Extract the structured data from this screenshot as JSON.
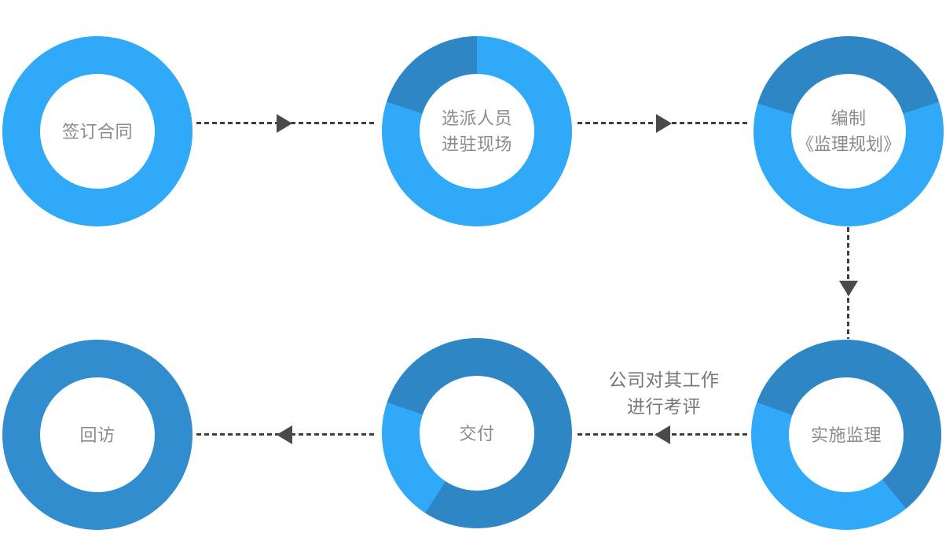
{
  "palette": {
    "light": "#2FA9F8",
    "dark": "#2E86C5",
    "mid": "#318DCE",
    "line": "#3E3E3E",
    "arrow": "#4A4A4A",
    "label": "#8B8B8B",
    "caption": "#77787A",
    "background": "#FFFFFF"
  },
  "nodes": [
    {
      "id": "sign-contract",
      "lines": [
        "签订合同"
      ],
      "segments": [
        {
          "color": "light",
          "from": 0,
          "to": 360
        }
      ]
    },
    {
      "id": "dispatch-personnel",
      "lines": [
        "选派人员",
        "进驻现场"
      ],
      "segments": [
        {
          "color": "light",
          "from": 0,
          "to": 288
        },
        {
          "color": "dark",
          "from": 288,
          "to": 360
        }
      ]
    },
    {
      "id": "supervision-plan",
      "lines": [
        "编制",
        "《监理规划》"
      ],
      "segments": [
        {
          "color": "dark",
          "from": 0,
          "to": 72
        },
        {
          "color": "light",
          "from": 72,
          "to": 287
        },
        {
          "color": "dark",
          "from": 287,
          "to": 360
        }
      ]
    },
    {
      "id": "return-visit",
      "lines": [
        "回访"
      ],
      "segments": [
        {
          "color": "mid",
          "from": 0,
          "to": 360
        }
      ]
    },
    {
      "id": "delivery",
      "lines": [
        "交付"
      ],
      "segments": [
        {
          "color": "dark",
          "from": 0,
          "to": 213
        },
        {
          "color": "light",
          "from": 213,
          "to": 289
        },
        {
          "color": "dark",
          "from": 289,
          "to": 360
        }
      ]
    },
    {
      "id": "implement-supervision",
      "lines": [
        "实施监理"
      ],
      "segments": [
        {
          "color": "dark",
          "from": 0,
          "to": 141
        },
        {
          "color": "light",
          "from": 141,
          "to": 290
        },
        {
          "color": "dark",
          "from": 290,
          "to": 360
        }
      ]
    }
  ],
  "caption": {
    "lines": [
      "公司对其工作",
      "进行考评"
    ]
  }
}
